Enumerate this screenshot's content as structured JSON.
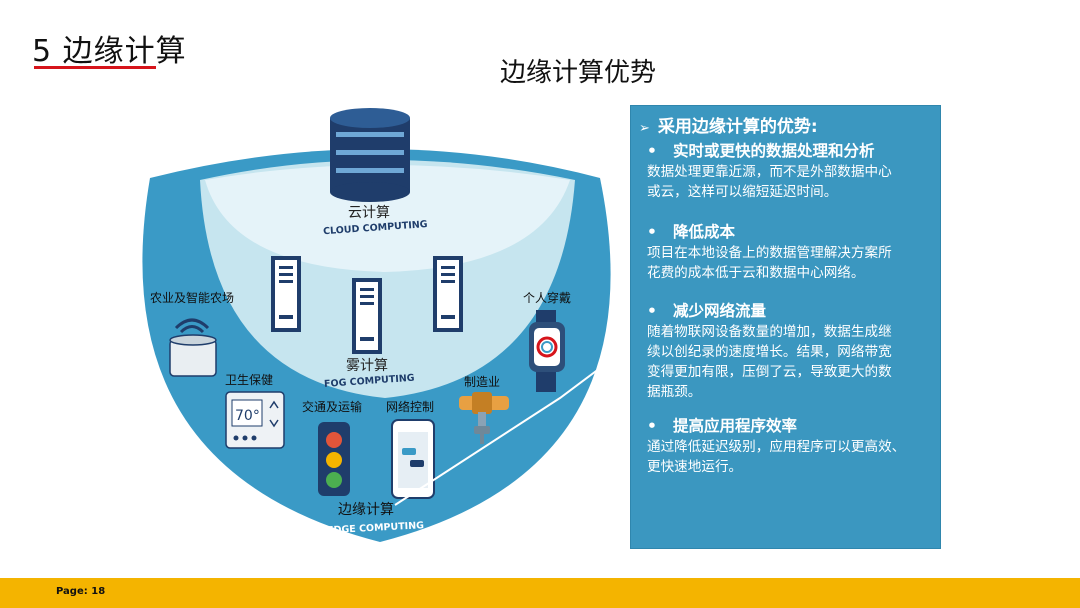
{
  "header": {
    "section_title": "5 边缘计算",
    "main_title": "边缘计算优势"
  },
  "diagram": {
    "cloud": {
      "label": "云计算",
      "sublabel": "CLOUD COMPUTING"
    },
    "fog": {
      "label": "雾计算",
      "sublabel": "FOG COMPUTING"
    },
    "edge": {
      "label": "边缘计算",
      "sublabel": "EDGE COMPUTING"
    },
    "devices": {
      "farm": "农业及智能农场",
      "wearable": "个人穿戴",
      "health": "卫生保健",
      "manufacturing": "制造业",
      "traffic": "交通及运输",
      "network": "网络控制"
    },
    "thermostat_value": "70°",
    "colors": {
      "outer": "#3a9ac6",
      "inner": "#c6e5ef",
      "core": "#eaf6fa",
      "dark": "#1f3d6b"
    }
  },
  "panel": {
    "heading": "采用边缘计算的优势:",
    "benefits": [
      {
        "title": "实时或更快的数据处理和分析",
        "lines": [
          "数据处理更靠近源，而不是外部数据中心",
          "或云，这样可以缩短延迟时间。"
        ]
      },
      {
        "title": "降低成本",
        "lines": [
          "项目在本地设备上的数据管理解决方案所",
          "花费的成本低于云和数据中心网络。"
        ]
      },
      {
        "title": "减少网络流量",
        "lines": [
          "随着物联网设备数量的增加，数据生成继",
          "续以创纪录的速度增长。结果，网络带宽",
          "变得更加有限，压倒了云，导致更大的数",
          "据瓶颈。"
        ]
      },
      {
        "title": "提高应用程序效率",
        "lines": [
          "通过降低延迟级别，应用程序可以更高效、",
          "更快速地运行。"
        ]
      }
    ]
  },
  "footer": {
    "page_label": "Page: 18"
  }
}
